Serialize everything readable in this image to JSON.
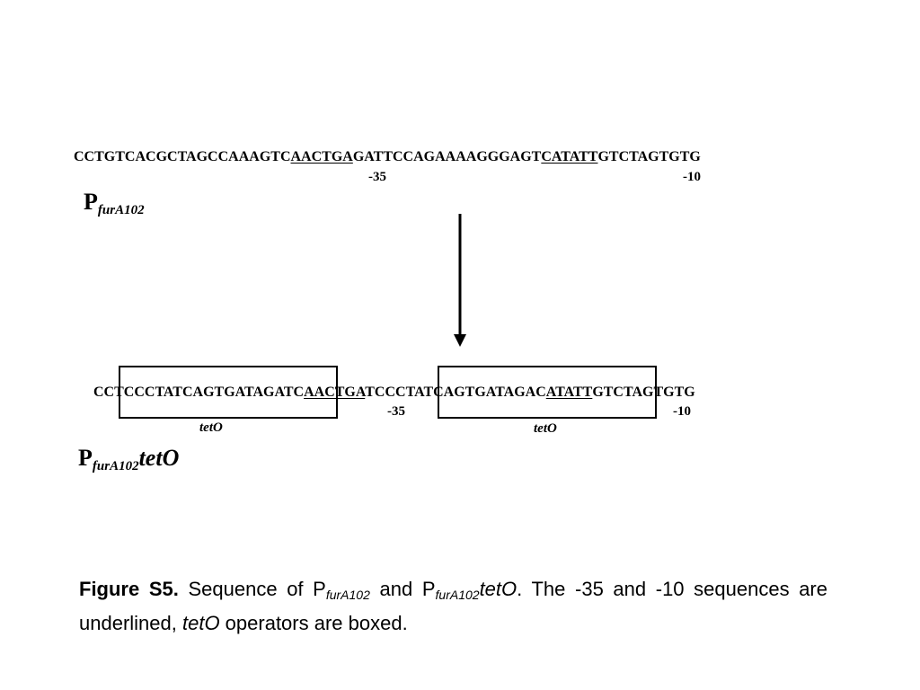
{
  "top_sequence": {
    "pre": "CCTGTCACGCTAGCCAAAGTC",
    "box35": "AACTGA",
    "mid": "GATTCCAGAAAAGGGAGT",
    "box10": "CATATT",
    "post": "GTCTAGTGTG",
    "label_35": "-35",
    "label_10": "-10"
  },
  "top_promoter": {
    "base": "P",
    "sub": "furA102"
  },
  "bottom_sequence": {
    "pre": "CCTCCCTATCAGTGATAGATC",
    "box35": "AACTGA",
    "mid": "TCCCTATCAGTGATAGA",
    "pre10": "C",
    "box10": "ATATT",
    "post": "GTCTAGTGTG",
    "label_35": "-35",
    "label_10": "-10",
    "tetO_left": "tetO",
    "tetO_right": "tetO"
  },
  "bottom_promoter": {
    "base": "P",
    "sub": "furA102",
    "suffix": "tetO"
  },
  "caption": {
    "bold": "Figure S5.",
    "text1": " Sequence of P",
    "sub1": "furA102",
    "text2": " and P",
    "sub2": "furA102",
    "ital": "tetO",
    "text3": ". The -35 and -10 sequences are underlined, ",
    "ital2": "tetO",
    "text4": " operators are boxed."
  }
}
